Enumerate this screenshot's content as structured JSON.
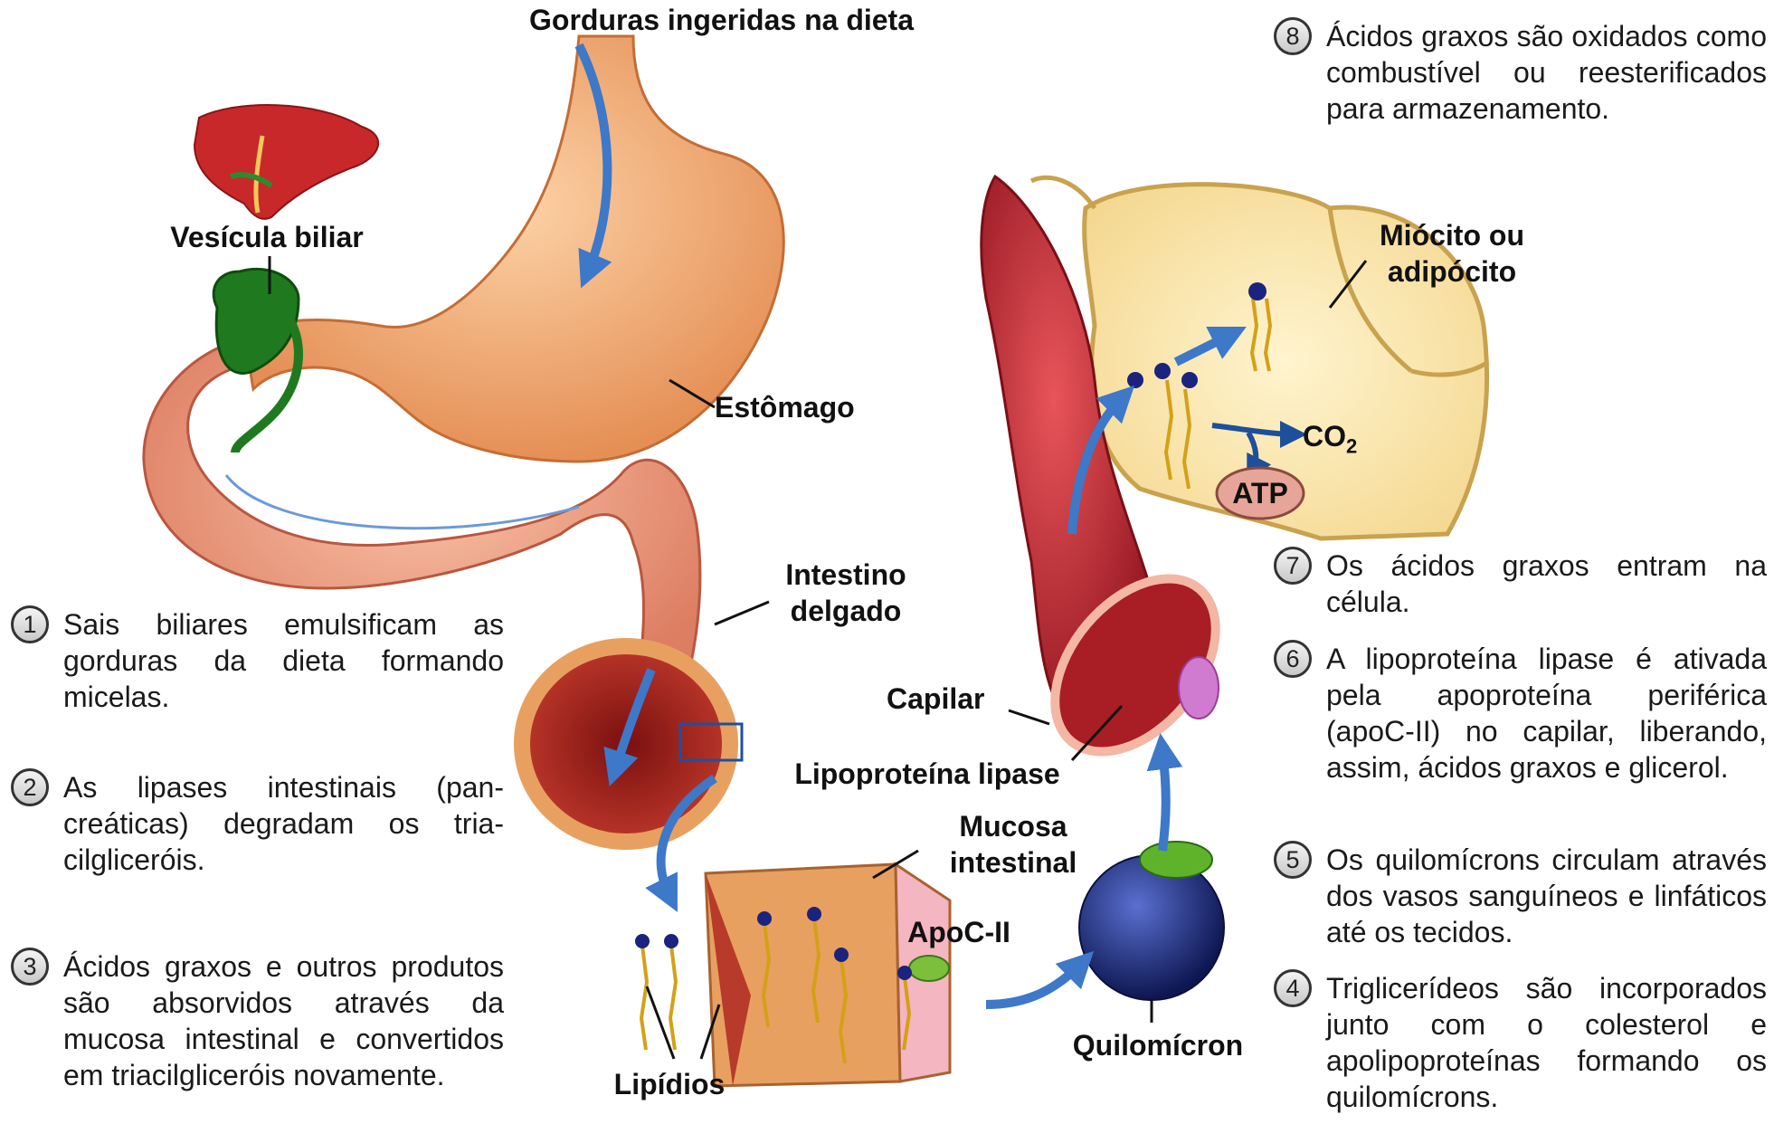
{
  "labels": {
    "dietary_fat": "Gorduras ingeridas na dieta",
    "gallbladder": "Vesícula biliar",
    "stomach": "Estômago",
    "small_intestine": "Intestino delgado",
    "capillary": "Capilar",
    "lipoprotein_lipase": "Lipoproteína lipase",
    "intestinal_mucosa": "Mucosa intestinal",
    "apoc2": "ApoC-II",
    "chylomicron": "Quilomícron",
    "lipids": "Lipídios",
    "myocyte": "Miócito ou adipócito",
    "co2": "CO",
    "co2_sub": "2",
    "atp": "ATP"
  },
  "steps": [
    {
      "n": "1",
      "text": "Sais biliares emulsificam as gorduras da dieta formando micelas."
    },
    {
      "n": "2",
      "text": "As lipases intestinais (pan­creáticas) degradam os tria­cilgliceróis."
    },
    {
      "n": "3",
      "text": "Ácidos graxos e outros pro­dutos são absorvidos atra­vés da mucosa intestinal e convertidos em triacilglice­róis novamente."
    },
    {
      "n": "4",
      "text": "Triglicerídeos são incorpora­dos junto com o colesterol e apolipoproteínas formando os quilomícrons."
    },
    {
      "n": "5",
      "text": "Os quilomícrons circulam a­través dos vasos sanguíne­os e linfáticos até os tecidos."
    },
    {
      "n": "6",
      "text": "A lipoproteína lipase é ativa­da pela apoproteína periféri­ca (apoC-II) no capilar, libe­rando, assim, ácidos graxos e glicerol."
    },
    {
      "n": "7",
      "text": "Os ácidos graxos entram na célula."
    },
    {
      "n": "8",
      "text": "Ácidos graxos são oxidados como combustível ou rees­terificados para armazena­mento."
    }
  ],
  "colors": {
    "stomach": "#f2b07a",
    "intestine": "#f0a07e",
    "liver": "#c8282a",
    "gallbladder": "#1f7a1f",
    "artery": "#c8242f",
    "mucosa": "#e8a060",
    "cell": "#fbe6a8",
    "chylomicron": "#1c2f8a",
    "arrow": "#3d78c9"
  }
}
